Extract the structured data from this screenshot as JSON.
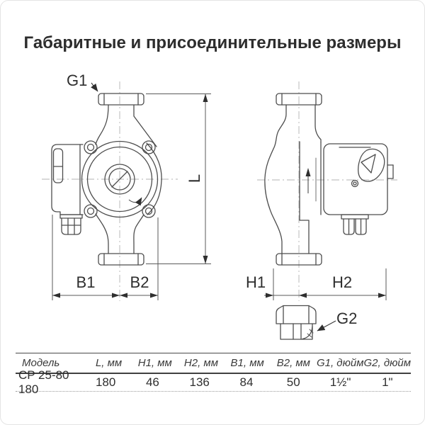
{
  "title": "Габаритные и присоединительные размеры",
  "labels": {
    "g1": "G1",
    "g2": "G2",
    "l": "L",
    "b1": "B1",
    "b2": "B2",
    "h1": "H1",
    "h2": "H2"
  },
  "table": {
    "headers": [
      "Модель",
      "L, мм",
      "H1, мм",
      "H2, мм",
      "B1, мм",
      "B2, мм",
      "G1, дюйм",
      "G2, дюйм"
    ],
    "row": [
      "CP 25-80 180",
      "180",
      "46",
      "136",
      "84",
      "50",
      "1½\"",
      "1\""
    ]
  },
  "colors": {
    "outline": "#4d4d4d",
    "dimension": "#5a5a5a",
    "centerline": "#b3b3b3",
    "text": "#2e2e2e",
    "table_border": "#474747"
  }
}
